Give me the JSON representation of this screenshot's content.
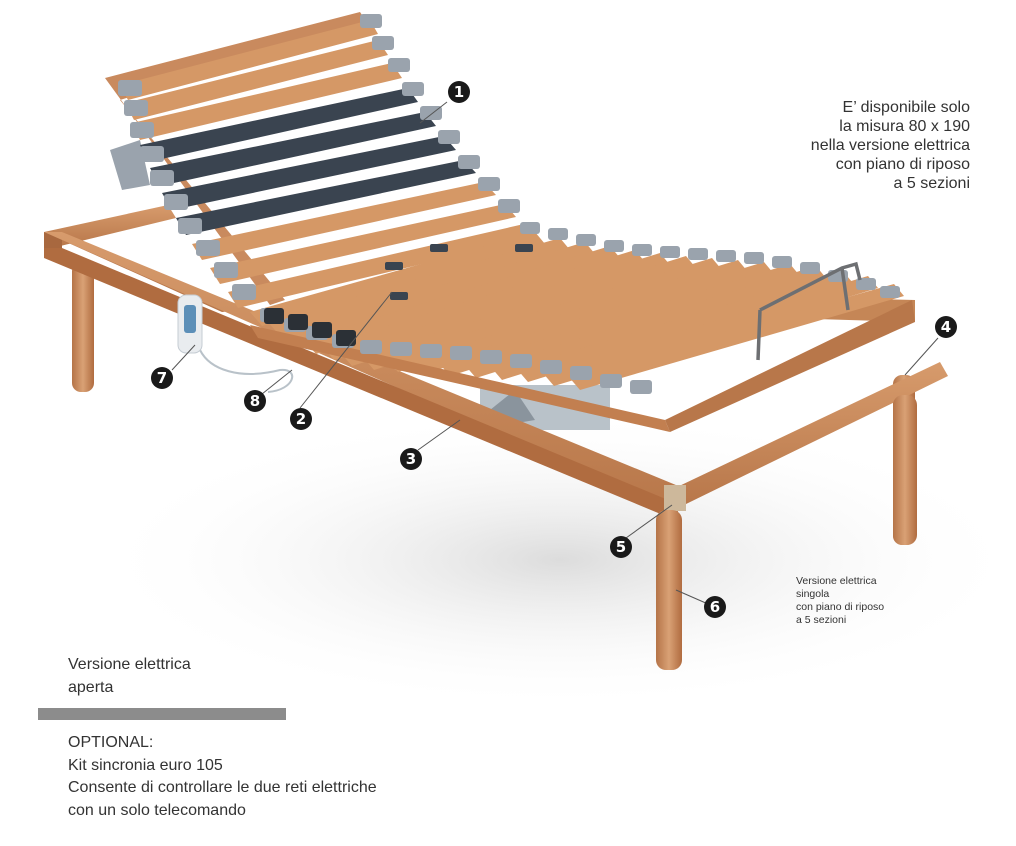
{
  "availability_note": [
    "E’ disponibile solo",
    "la misura 80 x 190",
    "nella versione elettrica",
    "con piano di riposo",
    "a 5 sezioni"
  ],
  "image_caption": [
    "Versione elettrica",
    "singola",
    "con piano di riposo",
    "a 5 sezioni"
  ],
  "version_label": [
    "Versione elettrica",
    "aperta"
  ],
  "optional_block": {
    "heading": "OPTIONAL:",
    "lines": [
      "Kit sincronia euro 105",
      "Consente di controllare le due reti elettriche",
      "con un solo telecomando"
    ]
  },
  "callouts": [
    "1",
    "2",
    "3",
    "4",
    "5",
    "6",
    "7",
    "8"
  ],
  "colors": {
    "wood": "#c98a5e",
    "wood_dark": "#a8683f",
    "strap": "#3a4450",
    "slat_holder": "#9aa3ad",
    "divider": "#8c8c8c",
    "badge": "#1a1a1a"
  }
}
